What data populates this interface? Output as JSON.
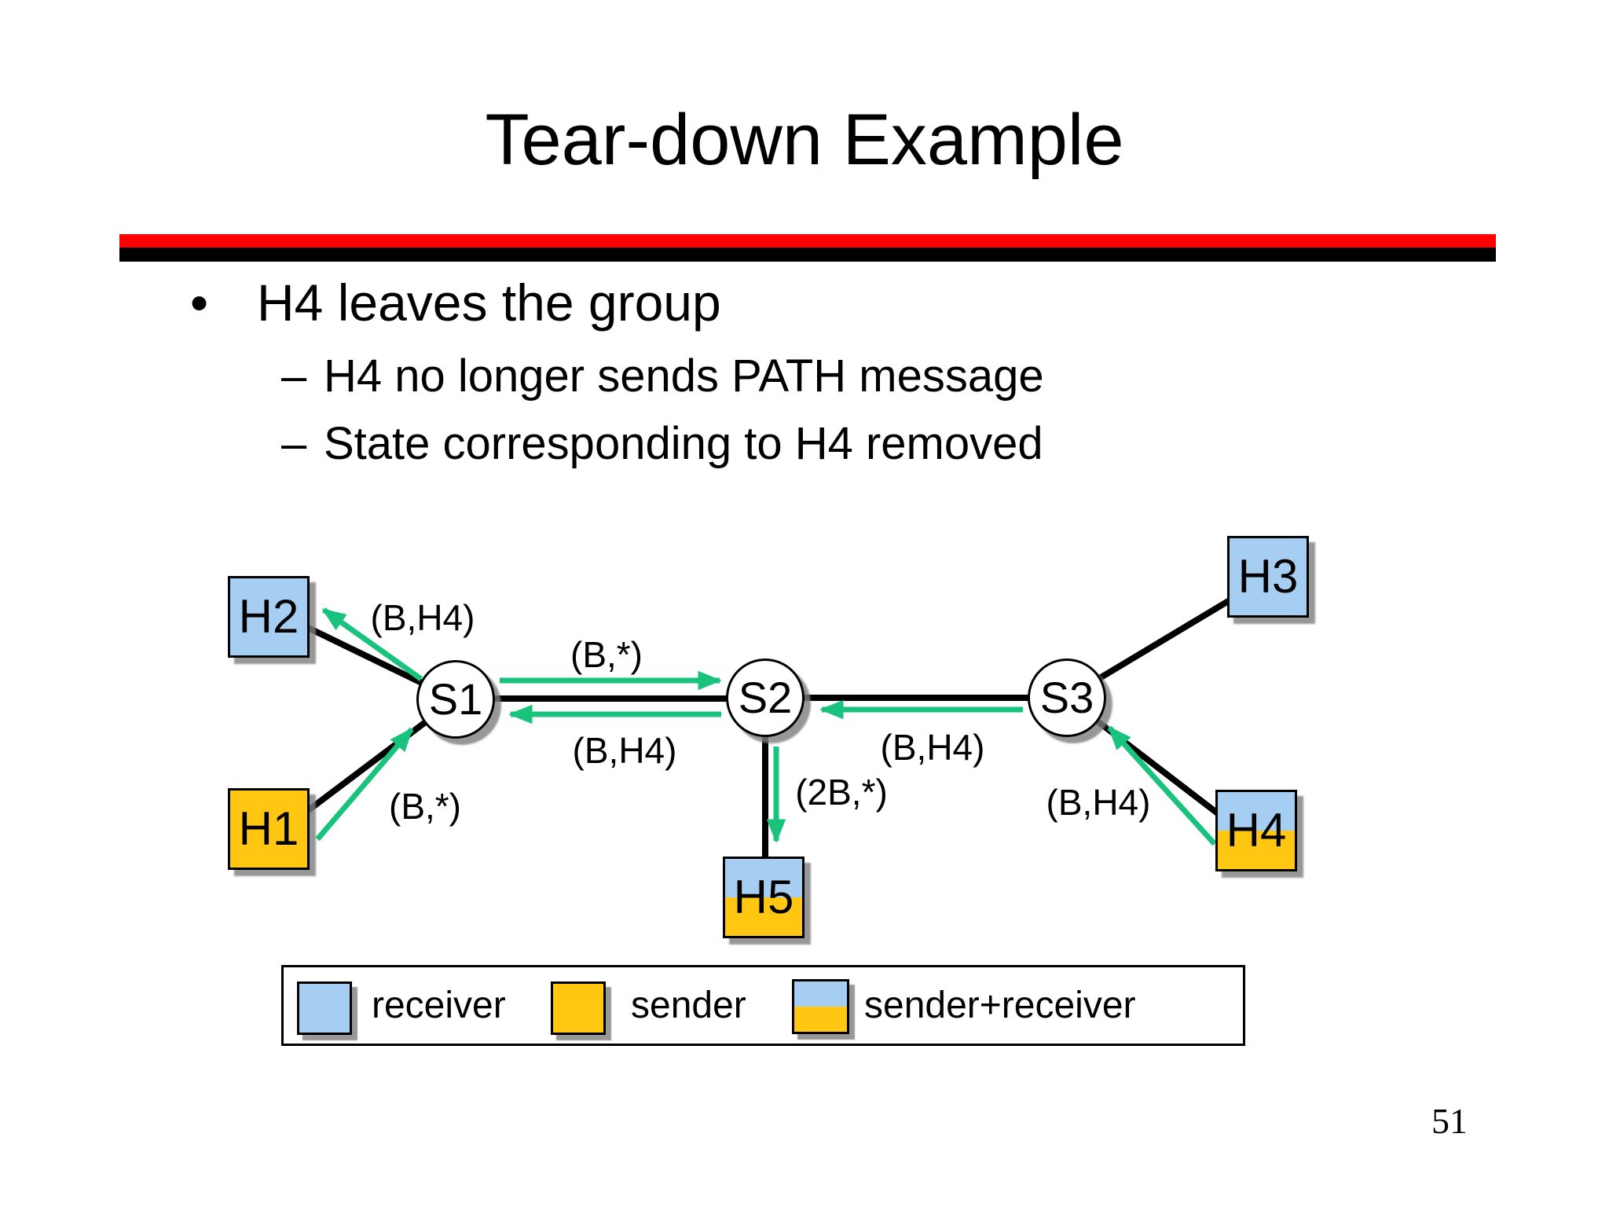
{
  "slide": {
    "title": "Tear-down Example",
    "page_number": "51",
    "bullet_glyph": "•",
    "dash_glyph": "–",
    "bullet": "H4 leaves the group",
    "sub_bullets": [
      "H4 no longer sends PATH message",
      "State corresponding to H4 removed"
    ]
  },
  "diagram": {
    "switches": [
      {
        "label": "S1"
      },
      {
        "label": "S2"
      },
      {
        "label": "S3"
      }
    ],
    "hosts": [
      {
        "label": "H1",
        "role": "sender"
      },
      {
        "label": "H2",
        "role": "receiver"
      },
      {
        "label": "H3",
        "role": "receiver"
      },
      {
        "label": "H4",
        "role": "sender+receiver"
      },
      {
        "label": "H5",
        "role": "sender+receiver"
      }
    ],
    "edge_labels": {
      "s1_to_h2": "(B,H4)",
      "h1_to_s1": "(B,*)",
      "s1_to_s2": "(B,*)",
      "s2_to_s1": "(B,H4)",
      "s3_to_s2": "(B,H4)",
      "s2_to_h5": "(2B,*)",
      "h4_to_s3": "(B,H4)"
    },
    "colors": {
      "receiver_fill": "#a6cdf2",
      "sender_fill": "#ffc612",
      "arrow_green": "#19c37d",
      "rule_red": "#ff0000"
    }
  },
  "legend": {
    "items": [
      {
        "label": "receiver"
      },
      {
        "label": "sender"
      },
      {
        "label": "sender+receiver"
      }
    ]
  }
}
